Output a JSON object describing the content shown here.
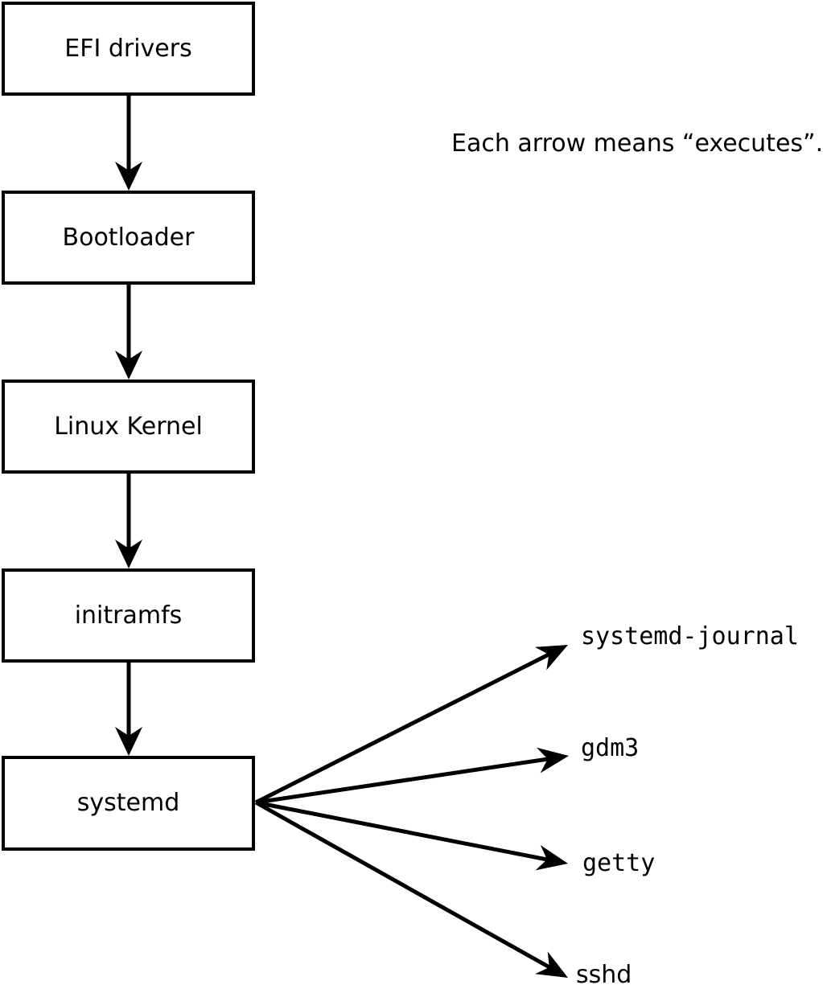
{
  "diagram": {
    "note": "Each arrow means “executes”.",
    "chain": [
      {
        "label": "EFI drivers"
      },
      {
        "label": "Bootloader"
      },
      {
        "label": "Linux Kernel"
      },
      {
        "label": "initramfs"
      },
      {
        "label": "systemd"
      }
    ],
    "spawned": [
      {
        "label": "systemd-journal"
      },
      {
        "label": "gdm3"
      },
      {
        "label": "getty"
      },
      {
        "label": "sshd"
      }
    ],
    "edges": [
      {
        "from": "EFI drivers",
        "to": "Bootloader",
        "meaning": "executes"
      },
      {
        "from": "Bootloader",
        "to": "Linux Kernel",
        "meaning": "executes"
      },
      {
        "from": "Linux Kernel",
        "to": "initramfs",
        "meaning": "executes"
      },
      {
        "from": "initramfs",
        "to": "systemd",
        "meaning": "executes"
      },
      {
        "from": "systemd",
        "to": "systemd-journal",
        "meaning": "executes"
      },
      {
        "from": "systemd",
        "to": "gdm3",
        "meaning": "executes"
      },
      {
        "from": "systemd",
        "to": "getty",
        "meaning": "executes"
      },
      {
        "from": "systemd",
        "to": "sshd",
        "meaning": "executes"
      }
    ],
    "colors": {
      "line": "#000000",
      "text": "#000000",
      "box_fill": "#ffffff",
      "background": "#ffffff"
    }
  }
}
